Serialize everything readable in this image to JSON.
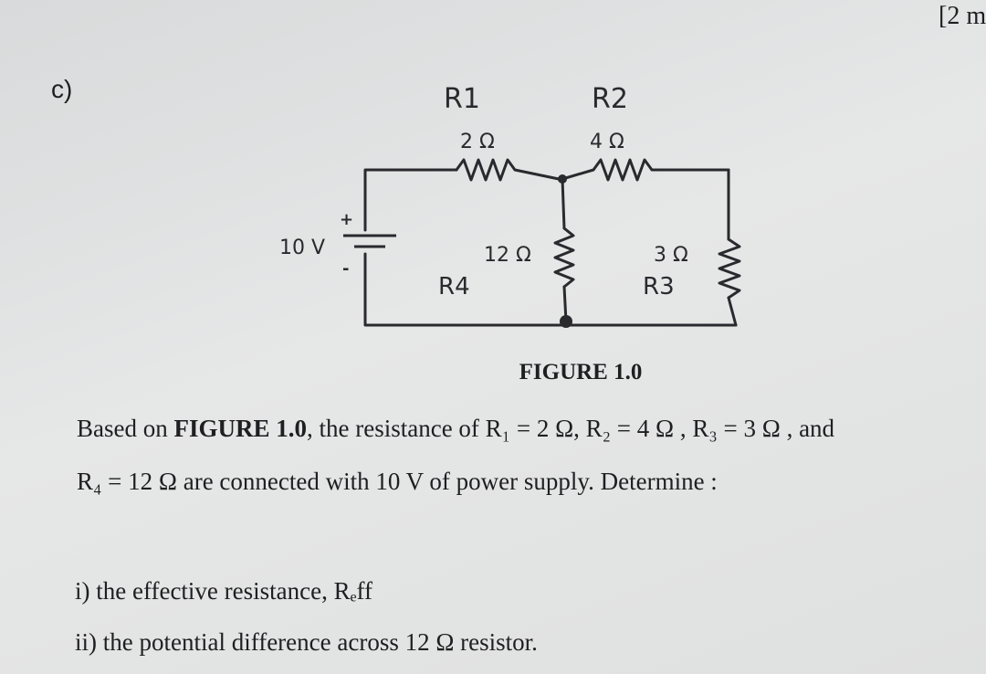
{
  "marks": "[2 m",
  "question_label": "c)",
  "figure": {
    "caption": "FIGURE 1.0",
    "source_label": "10 V",
    "source_plus": "+",
    "source_minus": "-",
    "r1_name": "R1",
    "r1_value": "2 Ω",
    "r2_name": "R2",
    "r2_value": "4 Ω",
    "r3_name": "R3",
    "r3_value": "3 Ω",
    "r4_name": "R4",
    "r4_value": "12 Ω"
  },
  "paragraph": {
    "line1_a": "Based on ",
    "line1_bold": "FIGURE 1.0",
    "line1_b": ", the resistance of  R₁ = 2 Ω, R₂ = 4 Ω , R₃ = 3 Ω , and",
    "line2": "R₄ = 12 Ω are connected with 10 V of power supply. Determine :"
  },
  "items": [
    "i) the effective resistance, Rₑff",
    "ii) the potential difference across 12 Ω resistor."
  ],
  "colors": {
    "ink": "#1f1f22",
    "paper": "#e2e3e3"
  }
}
